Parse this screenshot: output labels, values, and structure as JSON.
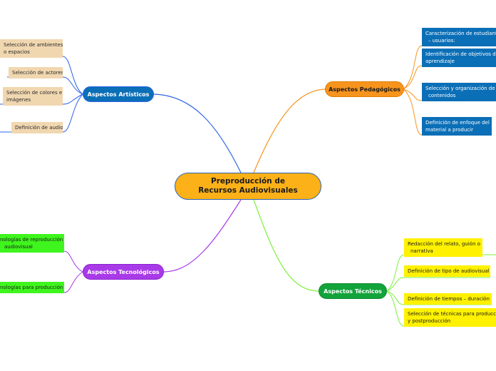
{
  "central": {
    "title": "Preproducción de Recursos Audiovisuales"
  },
  "artisticos": {
    "title": "Aspectos Artísticos",
    "items": [
      {
        "l1": "Selección de ambientes",
        "l2": "o espacios"
      },
      {
        "l1": "Selección de actores"
      },
      {
        "l1": "Selección de colores e",
        "l2": "imágenes"
      },
      {
        "l1": "Definición de audio"
      }
    ]
  },
  "pedagogicos": {
    "title": "Aspectos Pedagógicos",
    "items": [
      {
        "l1": "Caracterización de estudiantes",
        "l2": "– usuarios:"
      },
      {
        "l1": "Identificación de objetivos de",
        "l2": "aprendizaje"
      },
      {
        "l1": "Selección y organización de",
        "l2": "contenidos"
      },
      {
        "l1": "Definición de enfoque del",
        "l2": "material a producir"
      }
    ]
  },
  "tecnologicos": {
    "title": "Aspectos Tecnológicos",
    "items": [
      {
        "l1": "nologías de reproducción",
        "l2": "audiovisual"
      },
      {
        "l1": "nologías para producción"
      }
    ]
  },
  "tecnicos": {
    "title": "Aspectos Técnicos",
    "items": [
      {
        "l1": "Redacción del relato, guión o",
        "l2": "narrativa"
      },
      {
        "l1": "Definición de tipo de audiovisual"
      },
      {
        "l1": "Definición de tiempos – duración"
      },
      {
        "l1": "Selección de técnicas para producción",
        "l2": "y postproducción"
      }
    ]
  },
  "colors": {
    "central": "#fbb117",
    "artisticos": "#2b64e8",
    "pedagogicos": "#f7941d",
    "tecnologicos": "#a83ae8",
    "tecnicos": "#7cf23a"
  }
}
